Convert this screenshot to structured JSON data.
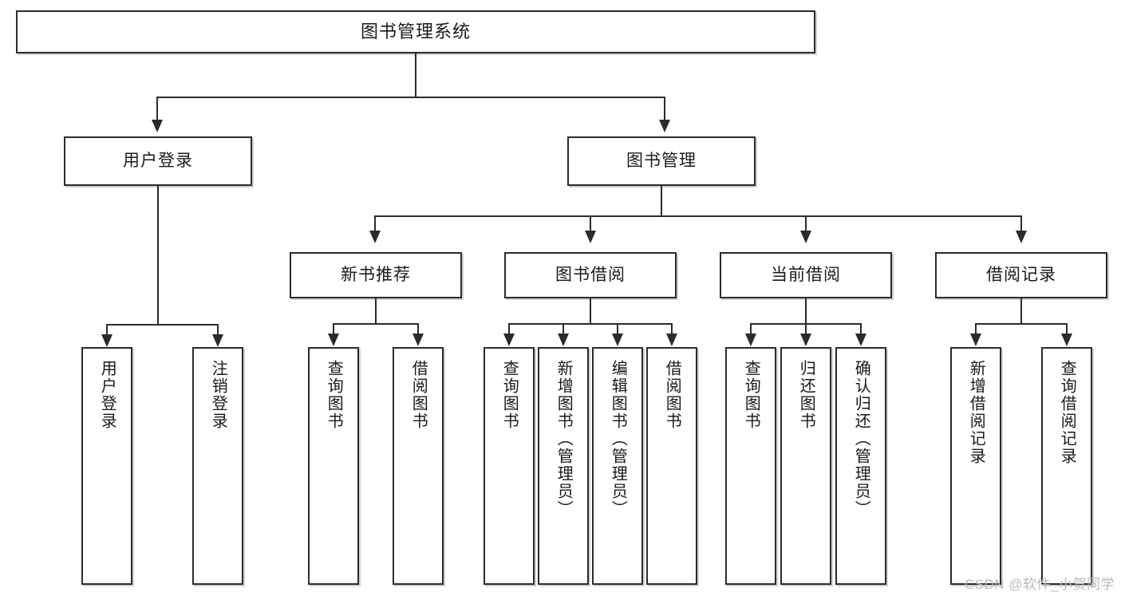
{
  "diagram": {
    "title": "图书管理系统",
    "type": "tree",
    "root": {
      "id": "root",
      "label": "图书管理系统"
    },
    "level2": [
      {
        "id": "user-login",
        "label": "用户登录"
      },
      {
        "id": "book-manage",
        "label": "图书管理"
      }
    ],
    "level3": [
      {
        "id": "new-book-recommend",
        "label": "新书推荐"
      },
      {
        "id": "book-borrow",
        "label": "图书借阅"
      },
      {
        "id": "current-borrow",
        "label": "当前借阅"
      },
      {
        "id": "borrow-record",
        "label": "借阅记录"
      }
    ],
    "leaves": [
      {
        "id": "leaf-user-login",
        "label": "用户登录"
      },
      {
        "id": "leaf-user-logout",
        "label": "注销登录"
      },
      {
        "id": "leaf-query-book-1",
        "label": "查询图书"
      },
      {
        "id": "leaf-borrow-book-1",
        "label": "借阅图书"
      },
      {
        "id": "leaf-query-book-2",
        "label": "查询图书"
      },
      {
        "id": "leaf-add-book",
        "label": "新增图书（管理员）"
      },
      {
        "id": "leaf-edit-book",
        "label": "编辑图书（管理员）"
      },
      {
        "id": "leaf-borrow-book-2",
        "label": "借阅图书"
      },
      {
        "id": "leaf-query-book-3",
        "label": "查询图书"
      },
      {
        "id": "leaf-return-book",
        "label": "归还图书"
      },
      {
        "id": "leaf-confirm-return",
        "label": "确认归还（管理员）"
      },
      {
        "id": "leaf-add-record",
        "label": "新增借阅记录"
      },
      {
        "id": "leaf-query-record",
        "label": "查询借阅记录"
      }
    ],
    "colors": {
      "border": "#2b2b2b",
      "background": "#ffffff",
      "text": "#1a1a1a",
      "watermark": "#b9b9b9"
    }
  },
  "watermark": {
    "text": "CSDN @软件_小贺同学"
  }
}
